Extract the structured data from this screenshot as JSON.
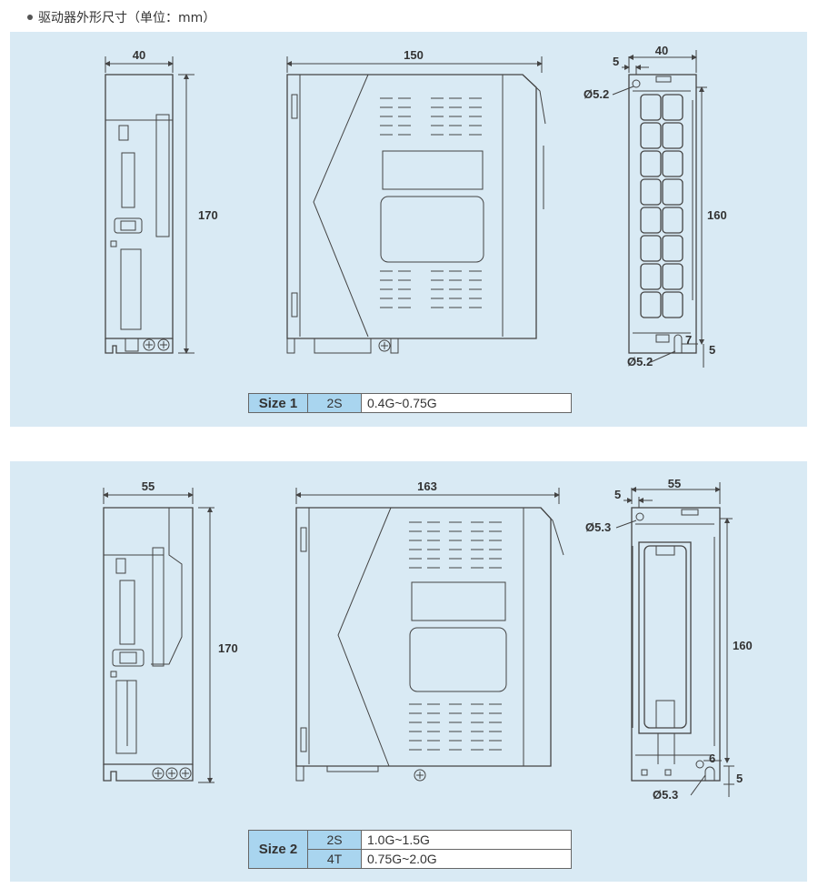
{
  "heading": "驱动器外形尺寸（单位：mm）",
  "size1": {
    "dims": {
      "front_width": "40",
      "depth": "150",
      "back_width": "40",
      "height": "170",
      "mount_height": "160",
      "hole_offset": "5",
      "hole_top": "Ø5.2",
      "hole_bottom": "Ø5.2",
      "slot_w": "7",
      "edge": "5"
    },
    "table": {
      "size_label": "Size 1",
      "rows": [
        {
          "voltage": "2S",
          "capacity": "0.4G~0.75G"
        }
      ]
    }
  },
  "size2": {
    "dims": {
      "front_width": "55",
      "depth": "163",
      "back_width": "55",
      "height": "170",
      "mount_height": "160",
      "hole_offset": "5",
      "hole_top": "Ø5.3",
      "hole_bottom": "Ø5.3",
      "slot_w": "6",
      "edge": "5"
    },
    "table": {
      "size_label": "Size 2",
      "rows": [
        {
          "voltage": "2S",
          "capacity": "1.0G~1.5G"
        },
        {
          "voltage": "4T",
          "capacity": "0.75G~2.0G"
        }
      ]
    }
  }
}
